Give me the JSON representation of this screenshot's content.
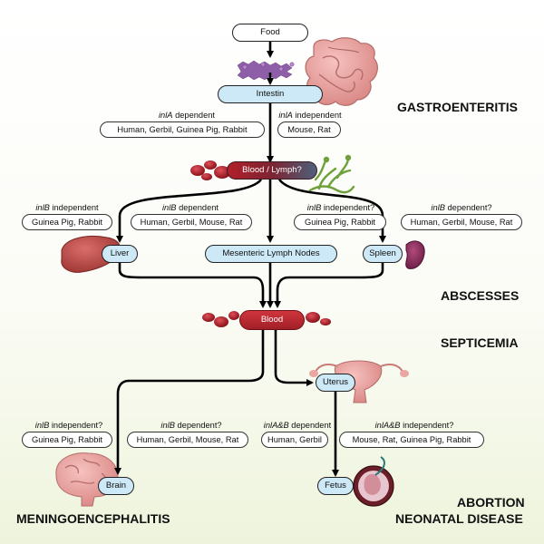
{
  "nodes": {
    "food": "Food",
    "intestin": "Intestin",
    "blood_lymph": "Blood / Lymph?",
    "liver": "Liver",
    "mesenteric": "Mesenteric Lymph Nodes",
    "spleen": "Spleen",
    "blood": "Blood",
    "uterus": "Uterus",
    "brain": "Brain",
    "fetus": "Fetus"
  },
  "diseases": {
    "gastroenteritis": "GASTROENTERITIS",
    "abscesses": "ABSCESSES",
    "septicemia": "SEPTICEMIA",
    "abortion": "ABORTION",
    "neonatal": "NEONATAL DISEASE",
    "meningo": "MENINGOENCEPHALITIS"
  },
  "conditions": {
    "inla_dep": {
      "gene": "inlA",
      "rest": " dependent",
      "hosts": "Human, Gerbil, Guinea Pig, Rabbit"
    },
    "inla_indep": {
      "gene": "inlA",
      "rest": " independent",
      "hosts": "Mouse, Rat"
    },
    "liver_inlb_indep": {
      "gene": "inlB",
      "rest": " independent",
      "hosts": "Guinea Pig, Rabbit"
    },
    "liver_inlb_dep": {
      "gene": "inlB",
      "rest": " dependent",
      "hosts": "Human, Gerbil, Mouse, Rat"
    },
    "spleen_inlb_indep": {
      "gene": "inlB",
      "rest": " independent?",
      "hosts": "Guinea Pig, Rabbit"
    },
    "spleen_inlb_dep": {
      "gene": "inlB",
      "rest": " dependent?",
      "hosts": "Human, Gerbil, Mouse, Rat"
    },
    "brain_inlb_indep": {
      "gene": "inlB",
      "rest": " independent?",
      "hosts": "Guinea Pig, Rabbit"
    },
    "brain_inlb_dep": {
      "gene": "inlB",
      "rest": " dependent?",
      "hosts": "Human, Gerbil, Mouse, Rat"
    },
    "fetus_inlab_dep": {
      "gene": "inlA&B",
      "rest": " dependent",
      "hosts": "Human, Gerbil"
    },
    "fetus_inlab_indep": {
      "gene": "inlA&B",
      "rest": " independent?",
      "hosts": "Mouse, Rat, Guinea Pig, Rabbit"
    }
  },
  "colors": {
    "node_blue": "#cde8f7",
    "blood_red": "#b2202a",
    "arrow": "#000000"
  }
}
